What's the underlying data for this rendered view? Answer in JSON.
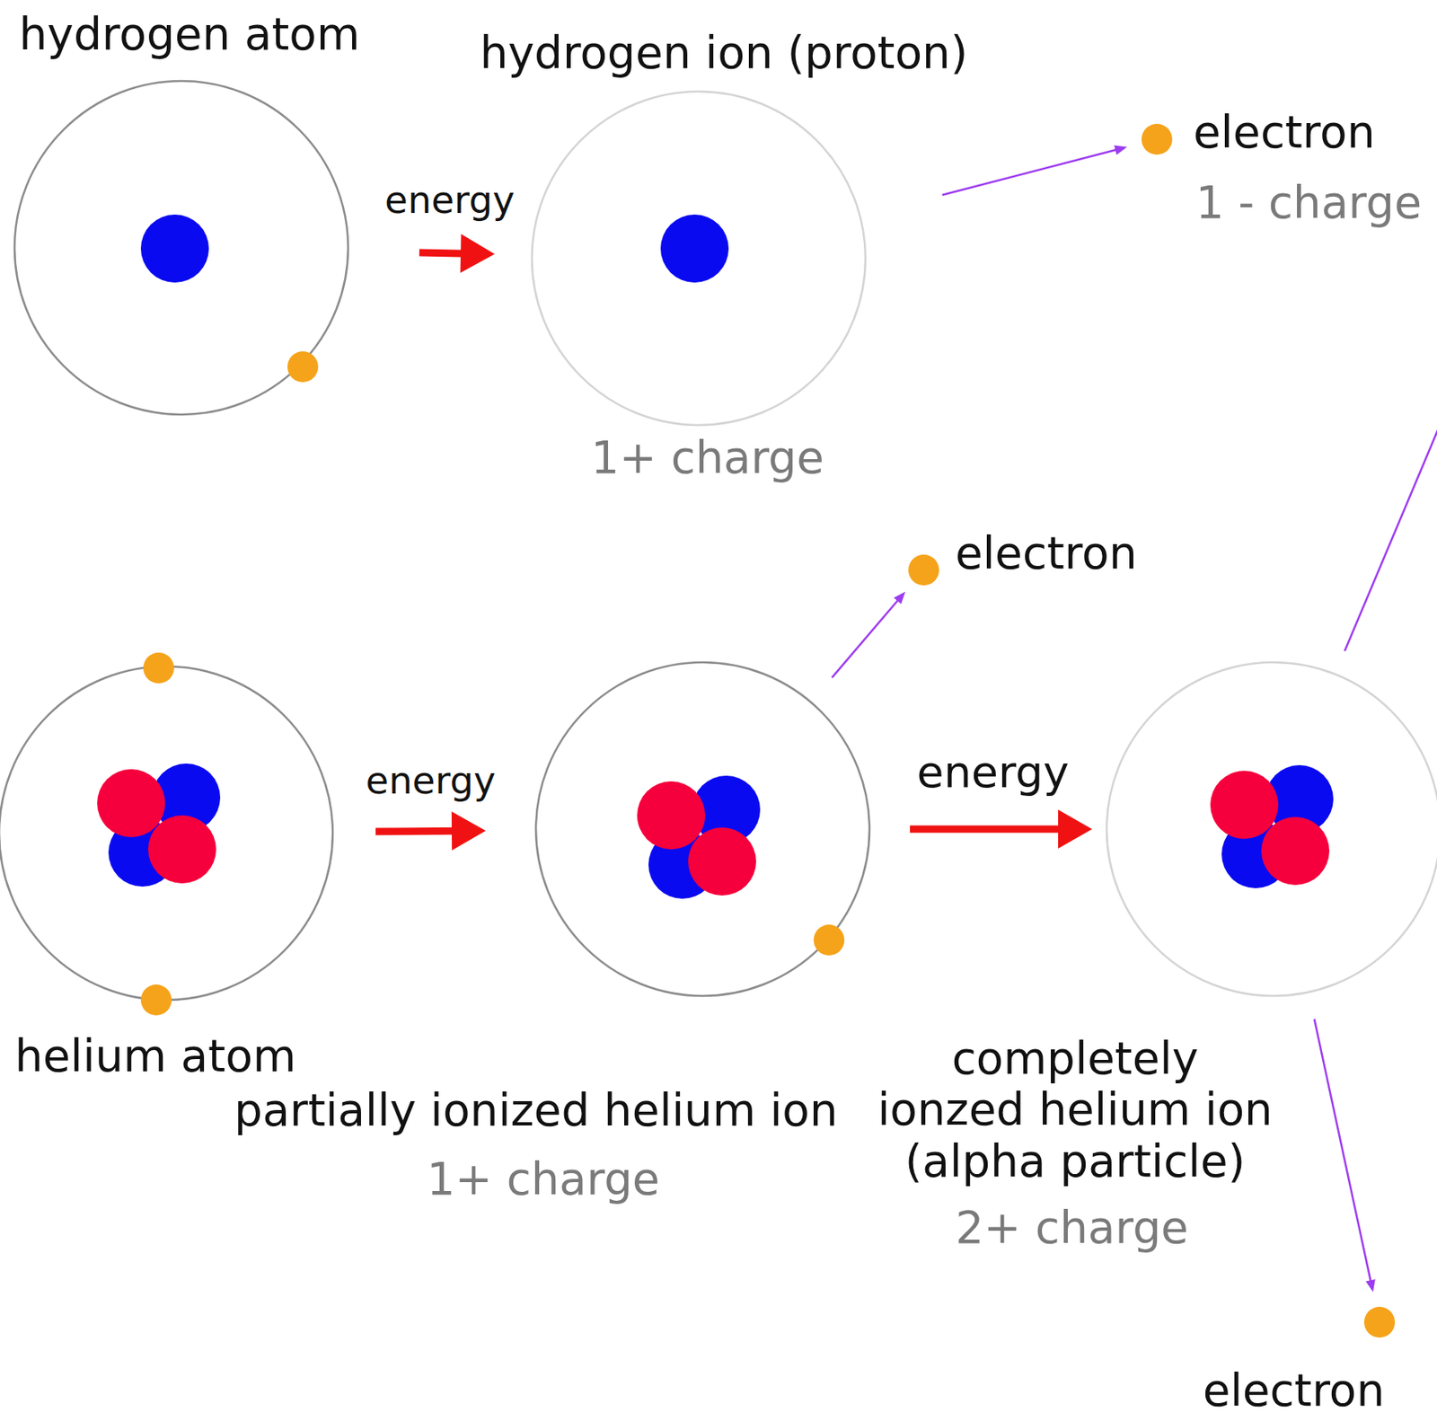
{
  "diagram": {
    "nodes": [
      {
        "text": [
          "hydrogen atom"
        ]
      },
      {
        "text": [
          "hydrogen ion (proton)",
          "1+ charge"
        ]
      },
      {
        "text": [
          "electron",
          "1 - charge"
        ]
      },
      {
        "text": [
          "helium atom"
        ]
      },
      {
        "text": [
          "partially ionized helium ion",
          "1+ charge"
        ]
      },
      {
        "text": [
          "electron"
        ]
      },
      {
        "text": [
          "completely ionzed helium ion (alpha particle)",
          "2+ charge"
        ]
      },
      {
        "text": [
          "electron"
        ]
      }
    ],
    "edges": [
      {
        "from": 0,
        "to": 1,
        "arrow": "to",
        "label": "energy"
      },
      {
        "from": 1,
        "to": 2,
        "arrow": "to"
      },
      {
        "from": 3,
        "to": 4,
        "arrow": "to",
        "label": "energy"
      },
      {
        "from": 4,
        "to": 5,
        "arrow": "to"
      },
      {
        "from": 4,
        "to": 6,
        "arrow": "to",
        "label": "energy"
      },
      {
        "from": 6,
        "to": 7,
        "arrow": "to"
      }
    ]
  }
}
